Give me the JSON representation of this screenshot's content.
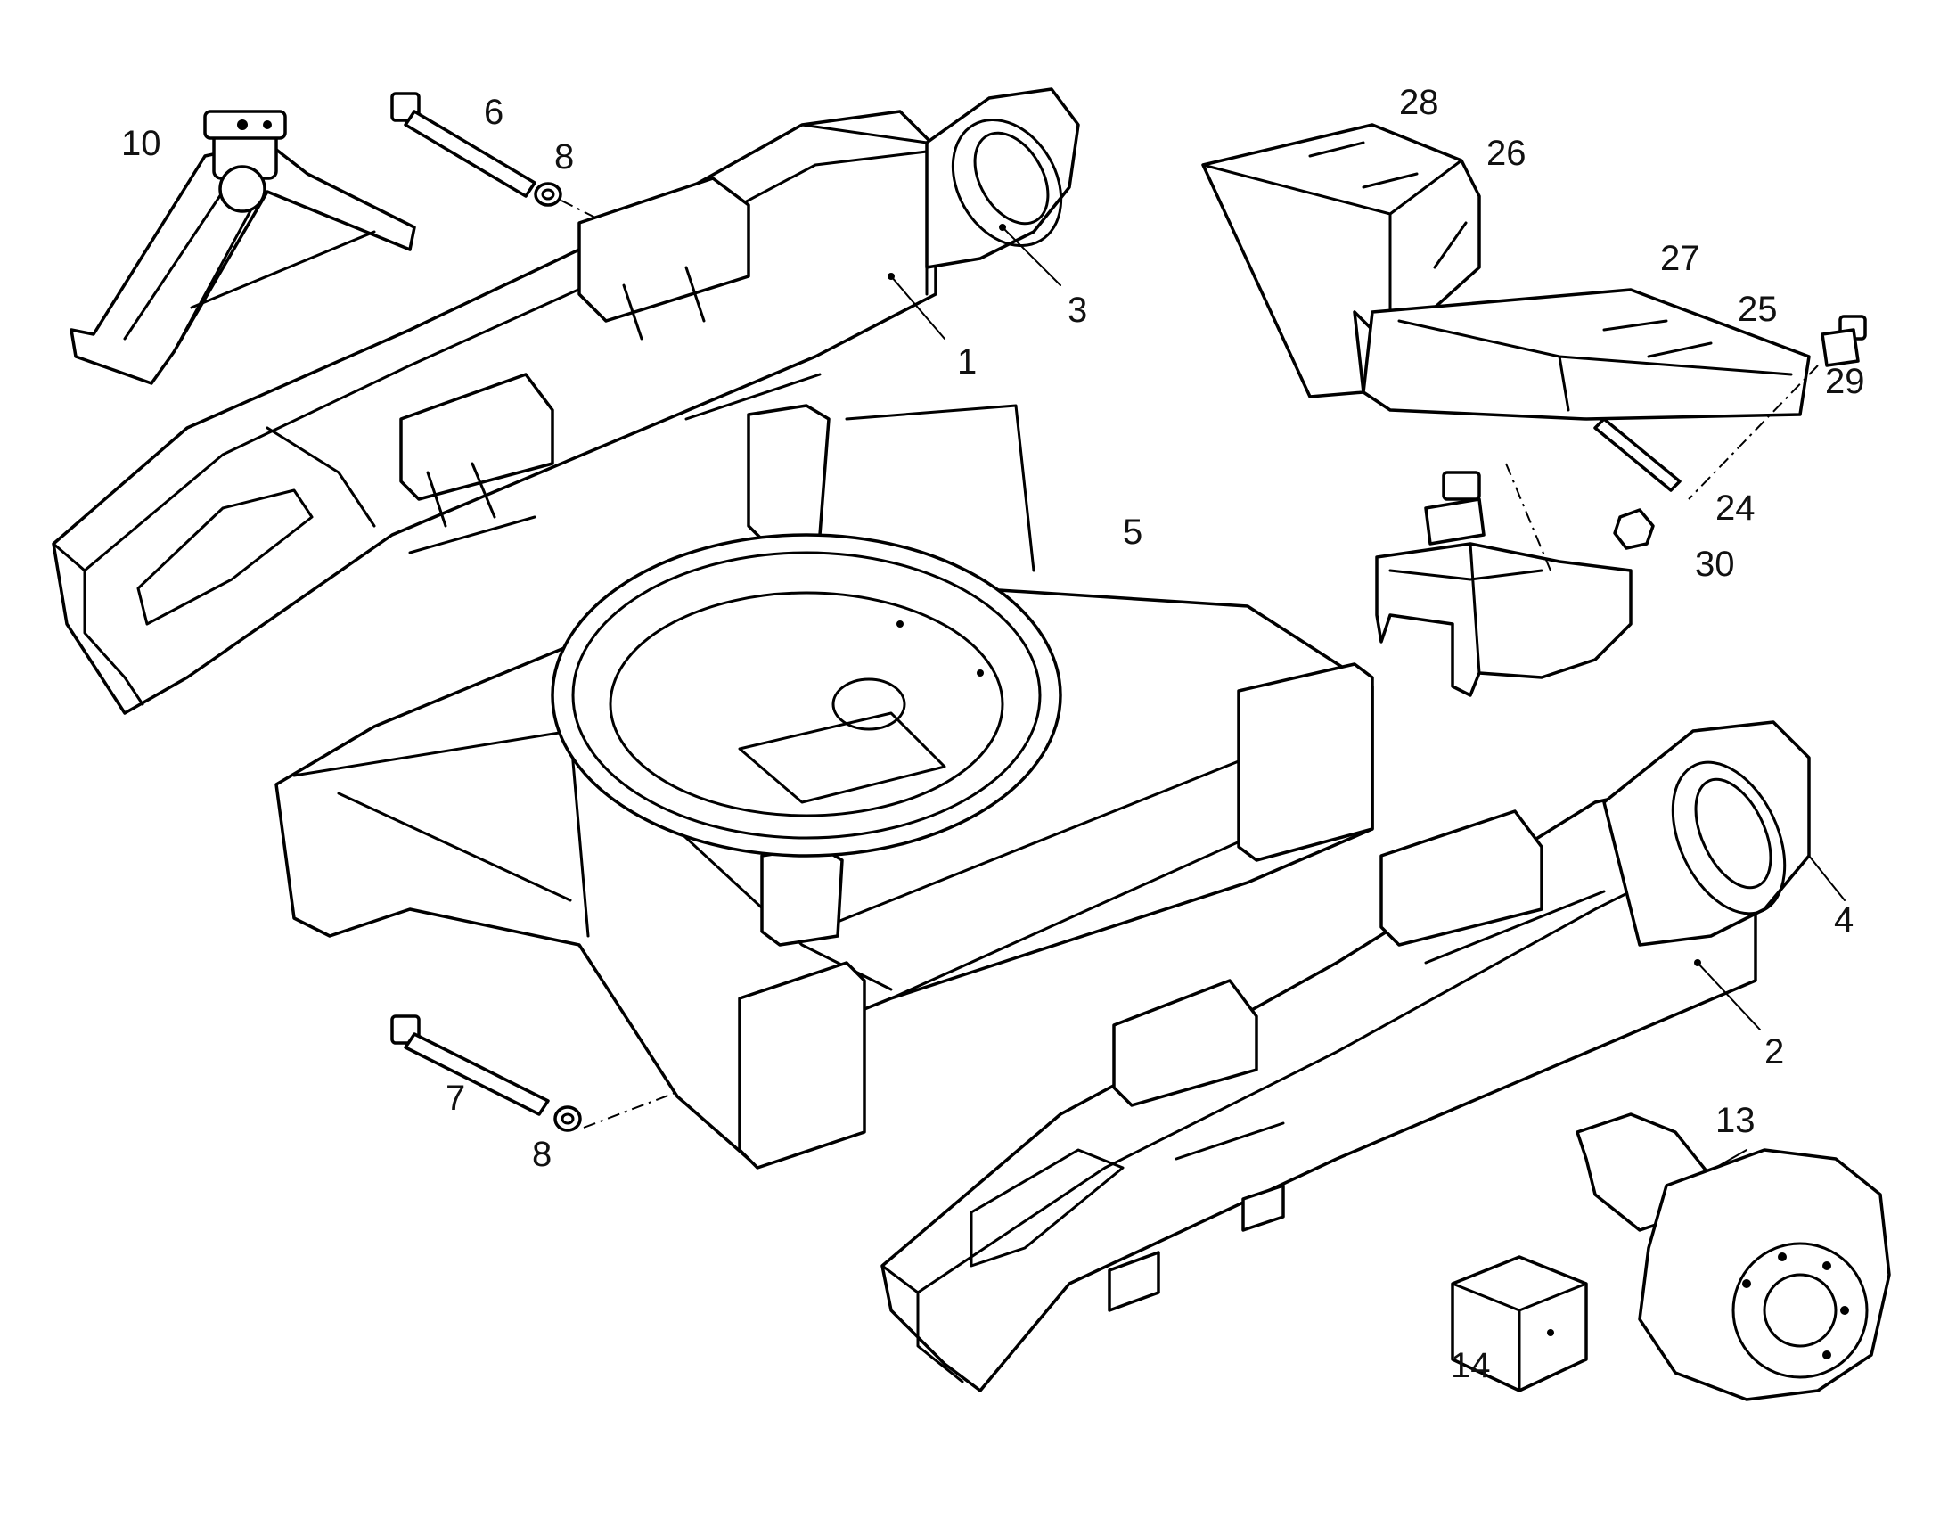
{
  "callouts": {
    "c1": "1",
    "c2": "2",
    "c3": "3",
    "c4": "4",
    "c5": "5",
    "c6": "6",
    "c7": "7",
    "c8a": "8",
    "c8b": "8",
    "c10": "10",
    "c13": "13",
    "c14": "14",
    "c24": "24",
    "c25": "25",
    "c26": "26",
    "c27": "27",
    "c28": "28",
    "c29": "29",
    "c30": "30"
  }
}
